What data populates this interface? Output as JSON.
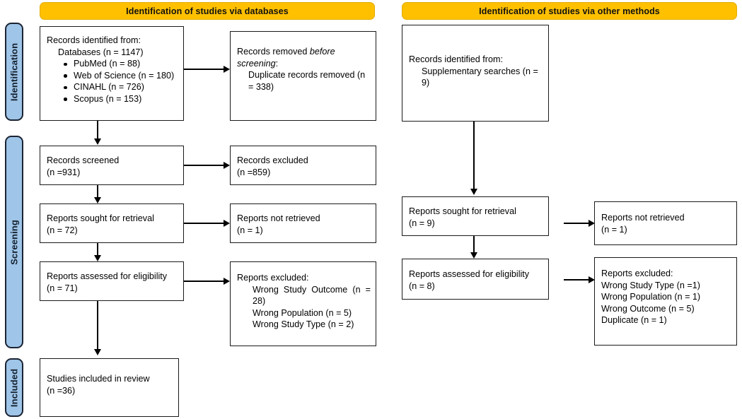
{
  "diagram": {
    "title": "PRISMA 2020 flow diagram",
    "colors": {
      "header_orange": "#FFC000",
      "stage_blue": "#9FC5E8",
      "line_black": "#000000",
      "box_border": "#1a1a1a"
    }
  },
  "stages": [
    {
      "id": "identification",
      "label": "Identification"
    },
    {
      "id": "screening",
      "label": "Screening"
    },
    {
      "id": "included",
      "label": "Included"
    }
  ],
  "headers": {
    "databases": "Identification of studies via databases",
    "other_methods": "Identification of studies via other methods"
  },
  "left_column": {
    "records_identified": {
      "line1": "Records identified from:",
      "line2": "Databases (n = 1147)",
      "bullets": [
        "PubMed (n = 88)",
        "Web of Science (n = 180)",
        "CINAHL (n = 726)",
        "Scopus (n = 153)"
      ]
    },
    "records_removed": {
      "line1a": "Records removed ",
      "line1b": "before",
      "line2a": "screening",
      "line2b": ":",
      "line3": "Duplicate records removed (n = 338)"
    },
    "records_screened": {
      "line1": "Records screened",
      "line2": "(n =931)"
    },
    "records_excluded": {
      "line1": "Records excluded",
      "line2": "(n =859)"
    },
    "reports_sought": {
      "line1": "Reports sought for retrieval",
      "line2": "(n = 72)"
    },
    "reports_not_retrieved": {
      "line1": "Reports not retrieved",
      "line2": "(n = 1)"
    },
    "reports_assessed": {
      "line1": "Reports assessed for eligibility",
      "line2": "(n = 71)"
    },
    "reports_excluded": {
      "line1": "Reports excluded:",
      "line2": "Wrong Study Outcome (n = 28)",
      "line3": "Wrong Population (n = 5)",
      "line4": "Wrong Study Type (n = 2)"
    },
    "studies_included": {
      "line1": "Studies included in review",
      "line2": "(n =36)"
    }
  },
  "right_column": {
    "records_identified": {
      "line1": "Records identified from:",
      "line2": "Supplementary searches (n = 9)"
    },
    "reports_sought": {
      "line1": "Reports sought for retrieval",
      "line2": "(n = 9)"
    },
    "reports_not_retrieved": {
      "line1": "Reports not retrieved",
      "line2": "(n = 1)"
    },
    "reports_assessed": {
      "line1": "Reports assessed for eligibility",
      "line2": "(n = 8)"
    },
    "reports_excluded": {
      "line1": "Reports excluded:",
      "line2": "Wrong Study Type (n =1)",
      "line3": "Wrong Population (n = 1)",
      "line4": "Wrong Outcome (n = 5)",
      "line5": "Duplicate (n = 1)"
    }
  }
}
